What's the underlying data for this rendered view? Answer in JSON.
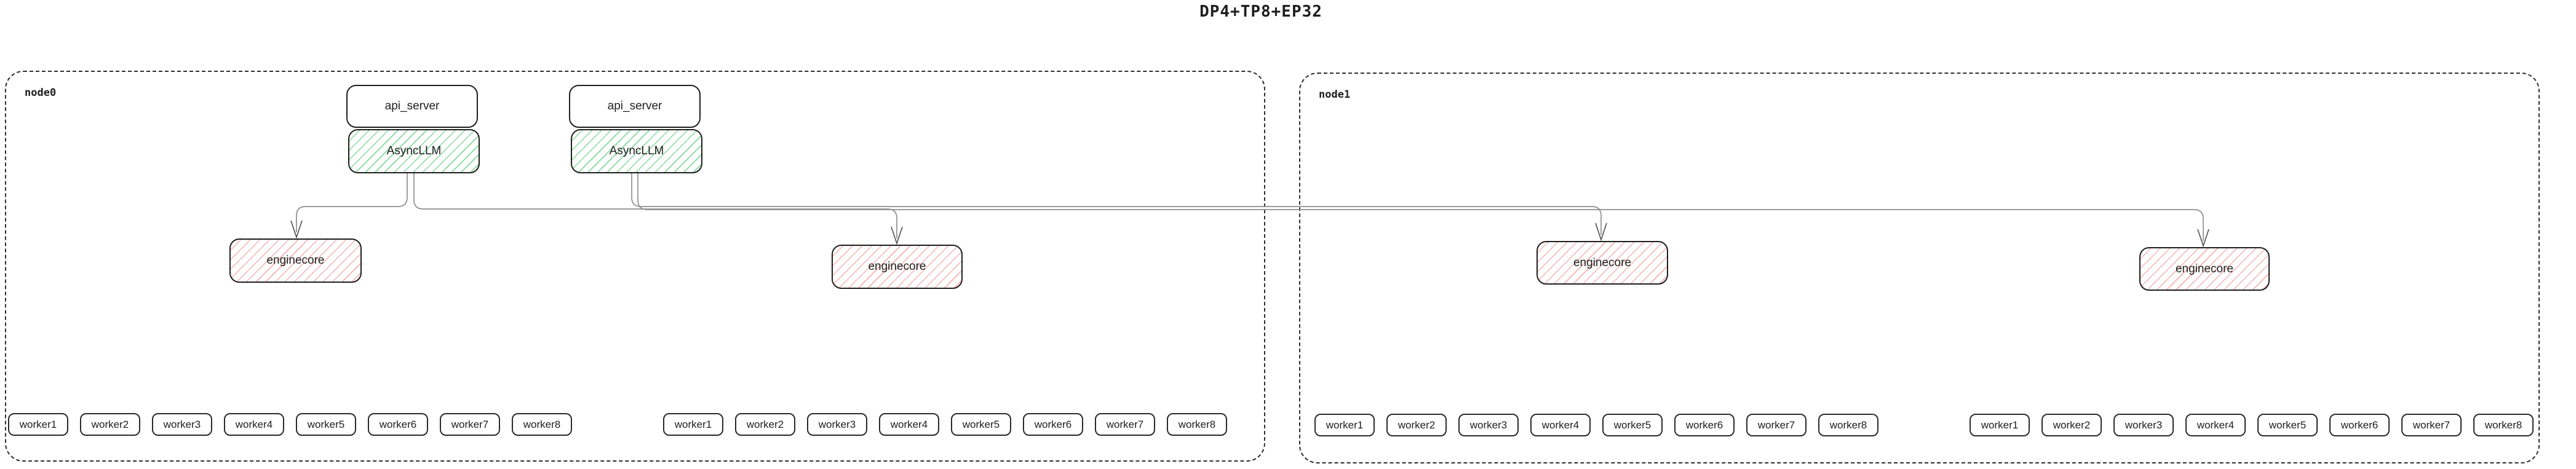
{
  "title": "DP4+TP8+EP32",
  "nodes": [
    {
      "label": "node0"
    },
    {
      "label": "node1"
    }
  ],
  "api_stacks": [
    {
      "api_server": "api_server",
      "async_llm": "AsyncLLM"
    },
    {
      "api_server": "api_server",
      "async_llm": "AsyncLLM"
    }
  ],
  "enginecores": [
    {
      "label": "enginecore",
      "node": "node0"
    },
    {
      "label": "enginecore",
      "node": "node0"
    },
    {
      "label": "enginecore",
      "node": "node1"
    },
    {
      "label": "enginecore",
      "node": "node1"
    }
  ],
  "worker_groups": [
    {
      "node": "node0",
      "workers": [
        "worker1",
        "worker2",
        "worker3",
        "worker4",
        "worker5",
        "worker6",
        "worker7",
        "worker8"
      ]
    },
    {
      "node": "node0",
      "workers": [
        "worker1",
        "worker2",
        "worker3",
        "worker4",
        "worker5",
        "worker6",
        "worker7",
        "worker8"
      ]
    },
    {
      "node": "node1",
      "workers": [
        "worker1",
        "worker2",
        "worker3",
        "worker4",
        "worker5",
        "worker6",
        "worker7",
        "worker8"
      ]
    },
    {
      "node": "node1",
      "workers": [
        "worker1",
        "worker2",
        "worker3",
        "worker4",
        "worker5",
        "worker6",
        "worker7",
        "worker8"
      ]
    }
  ],
  "colors": {
    "box_border": "#1e1e1e",
    "async_llm_hatch": "#86d99c",
    "enginecore_hatch": "#f3b3b3",
    "edge_line": "#8f8f8f",
    "arrow_head": "#4f4f4f",
    "node_dash_border": "#2f2f2f"
  }
}
